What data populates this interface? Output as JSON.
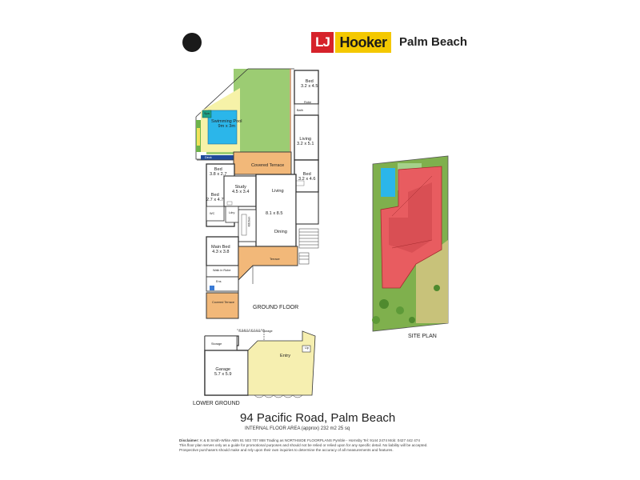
{
  "brand": {
    "logo_lj": "LJ",
    "logo_hooker": "Hooker",
    "office": "Palm Beach"
  },
  "colors": {
    "lj_red": "#d6222a",
    "hooker_yellow": "#f4c800",
    "pool": "#2bb6ea",
    "lawn": "#9ccc73",
    "terrace": "#f2b879",
    "entry": "#f6efb0",
    "roof": "#e85c60",
    "site_green": "#7fb04d"
  },
  "rooms": {
    "bed_ne": {
      "name": "Bed",
      "dims": "3.2 x 4.5"
    },
    "pool": {
      "name": "Swimming Pool",
      "dims": "9m x 3m"
    },
    "spa": "Spa",
    "deck": "Deck",
    "living_e": {
      "name": "Living",
      "dims": "3.2 x 5.1"
    },
    "bed_w": {
      "name": "Bed",
      "dims": "3.8 x 2.7"
    },
    "covered_terrace_n": "Covered Terrace",
    "bed_e": {
      "name": "Bed",
      "dims": "3.2 x 4.6"
    },
    "study": {
      "name": "Study",
      "dims": "4.5 x 3.4"
    },
    "living": "Living",
    "bed_mid": {
      "name": "Bed",
      "dims": "2.7 x 4.7"
    },
    "living_dining_dims": "8.1 x 8.5",
    "kitchen": "Kitchen",
    "dining": "Dining",
    "main_bed": {
      "name": "Main Bed",
      "dims": "4.3 x 3.8"
    },
    "terrace": "Terrace",
    "walk_in_robe": "Walk in Robe",
    "ens": "Ens",
    "covered_terrace_s": "Covered Terrace",
    "storage": "Storage",
    "subfloor": "Subfloor Access/ Storage",
    "garage": {
      "name": "Garage",
      "dims": "5.7 x 5.9"
    },
    "entry": "Entry",
    "robe": "Robe",
    "bath": "Bath",
    "wc": "WC",
    "ldry": "Ldry",
    "up": "Up"
  },
  "sections": {
    "ground_floor": "GROUND FLOOR",
    "lower_ground": "LOWER GROUND",
    "site_plan": "SITE PLAN"
  },
  "footer": {
    "address": "94 Pacific Road, Palm Beach",
    "area": "INTERNAL FLOOR AREA (approx) 232 m2   25 sq",
    "disclaimer_label": "Disclaimer:",
    "disclaimer_line1": "K & B Smith-White  ABN 81 503 707 868  Trading as NORTHSIDE FLOORPLANS Pymble - Hornsby  Tel: 9144 2474  Mob: 0427 442 474",
    "disclaimer_line2": "This floor plan serves only as a guide for promotional purposes and should not be relied or relied upon for any specific detail.  No liability will be accepted.",
    "disclaimer_line3": "Prospective purchasers should make and rely upon their own inquiries to determine  the accuracy of all measurements and features."
  }
}
